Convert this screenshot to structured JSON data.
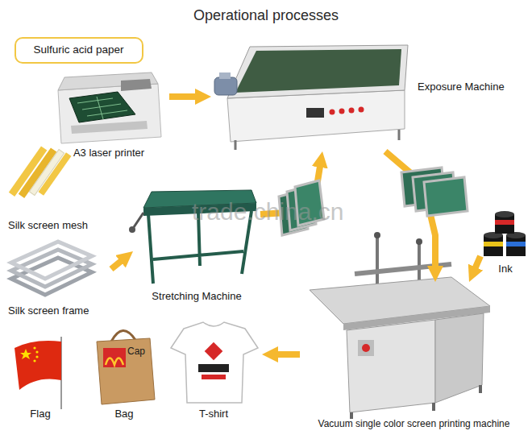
{
  "diagram": {
    "title": "Operational processes",
    "nodes": [
      {
        "text": [
          "Sulfuric acid paper"
        ]
      },
      {
        "text": [
          "A3 laser printer"
        ]
      },
      {
        "text": [
          "Exposure Machine"
        ]
      },
      {
        "text": [
          "Silk screen mesh"
        ]
      },
      {
        "text": [
          "Stretching Machine"
        ]
      },
      {
        "text": [
          "Ink"
        ]
      },
      {
        "text": [
          "Silk screen frame"
        ]
      },
      {
        "text": [
          "Vacuum single color screen printing machine"
        ]
      },
      {
        "text": [
          "Flag"
        ]
      },
      {
        "text": [
          "Bag"
        ]
      },
      {
        "text": [
          "T-shirt"
        ]
      }
    ],
    "edges": [
      {
        "from": 1,
        "to": 2,
        "arrow": "to"
      },
      {
        "from": 4,
        "to": 2,
        "arrow": "to"
      },
      {
        "from": 2,
        "to": 7,
        "arrow": "to"
      },
      {
        "from": 5,
        "to": 7,
        "arrow": "to"
      },
      {
        "from": 6,
        "to": 4,
        "arrow": "to"
      },
      {
        "from": 7,
        "to": 10,
        "arrow": "to"
      }
    ],
    "labels": [
      "Cap",
      "trade.china.cn"
    ]
  }
}
